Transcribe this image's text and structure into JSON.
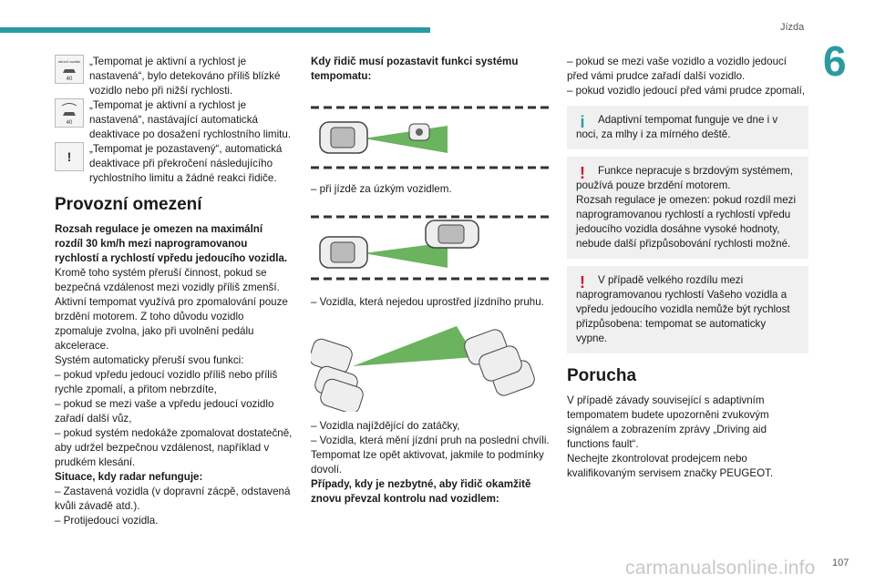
{
  "header": {
    "title": "Jízda",
    "chapter": "6",
    "page": "107"
  },
  "watermark": "carmanualsonline.info",
  "col1": {
    "item1_icon_label": "40",
    "item1_icon_caption": "ubrzdi vozidlo",
    "item1": "„Tempomat je aktivní a rychlost je nastavená“, bylo detekováno příliš blízké vozidlo nebo při nižší rychlosti.",
    "item2_icon_label": "40",
    "item2": "„Tempomat je aktivní a rychlost je nastavená“, nastávající automatická deaktivace po dosažení rychlostního limitu.",
    "item3_icon_label": "!",
    "item3": "„Tempomat je pozastavený“, automatická deaktivace při překročení následujícího rychlostního limitu a žádné reakci řidiče.",
    "heading": "Provozní omezení",
    "bold1": "Rozsah regulace je omezen na maximální rozdíl 30 km/h mezi naprogramovanou rychlostí a rychlostí vpředu jedoucího vozidla.",
    "para1": "Kromě toho systém přeruší činnost, pokud se bezpečná vzdálenost mezi vozidly příliš zmenší.",
    "para2": "Aktivní tempomat využívá pro zpomalování pouze brzdění motorem. Z toho důvodu vozidlo zpomaluje zvolna, jako při uvolnění pedálu akcelerace.",
    "para3": "Systém automaticky přeruší svou funkci:",
    "list1": "– pokud vpředu jedoucí vozidlo příliš nebo příliš rychle zpomalí, a přitom nebrzdíte,",
    "list2": "– pokud se mezi vaše a vpředu jedoucí vozidlo zařadí další vůz,",
    "list3": "– pokud systém nedokáže zpomalovat dostatečně, aby udržel bezpečnou vzdálenost, například v prudkém klesání.",
    "bold2": "Situace, kdy radar nefunguje:",
    "list4": "– Zastavená vozidla (v dopravní zácpě, odstavená kvůli závadě atd.).",
    "list5": "– Protijedoucí vozidla."
  },
  "col2": {
    "bold1": "Kdy řidič musí pozastavit funkci systému tempomatu:",
    "cap1": "– při jízdě za úzkým vozidlem.",
    "cap2": "– Vozidla, která nejedou uprostřed jízdního pruhu.",
    "cap3a": "– Vozidla najíždějící do zatáčky,",
    "cap3b": "– Vozidla, která mění jízdní pruh na poslední chvíli.",
    "para1": "Tempomat lze opět aktivovat, jakmile to podmínky dovolí.",
    "bold2": "Případy, kdy je nezbytné, aby řidič okamžitě znovu převzal kontrolu nad vozidlem:"
  },
  "col3": {
    "list1": "– pokud se mezi vaše vozidlo a vozidlo jedoucí před vámi prudce zařadí další vozidlo.",
    "list2": "– pokud vozidlo jedoucí před vámi prudce zpomalí,",
    "note_info": "Adaptivní tempomat funguje ve dne i v noci, za mlhy i za mírného deště.",
    "note_warn1a": "Funkce nepracuje s brzdovým systémem, používá pouze brzdění motorem.",
    "note_warn1b": "Rozsah regulace je omezen: pokud rozdíl mezi naprogramovanou rychlostí a rychlostí vpředu jedoucího vozidla dosáhne vysoké hodnoty, nebude další přizpůsobování rychlosti možné.",
    "note_warn2": "V případě velkého rozdílu mezi naprogramovanou rychlostí Vašeho vozidla a vpředu jedoucího vozidla nemůže být rychlost přizpůsobena: tempomat se automaticky vypne.",
    "heading": "Porucha",
    "para1": "V případě závady související s adaptivním tempomatem budete upozorněni zvukovým signálem a zobrazením zprávy „Driving aid functions fault“.",
    "para2": "Nechejte zkontrolovat prodejcem nebo kvalifikovaným servisem značky PEUGEOT."
  },
  "colors": {
    "accent": "#2a9aa2",
    "warning": "#d4142c",
    "note_bg": "#f0f0f0",
    "radar": "#3a9a2a"
  },
  "icons": [
    "car-speed-icon",
    "car-radar-icon",
    "warning-triangle-icon",
    "info-icon",
    "warning-icon"
  ]
}
